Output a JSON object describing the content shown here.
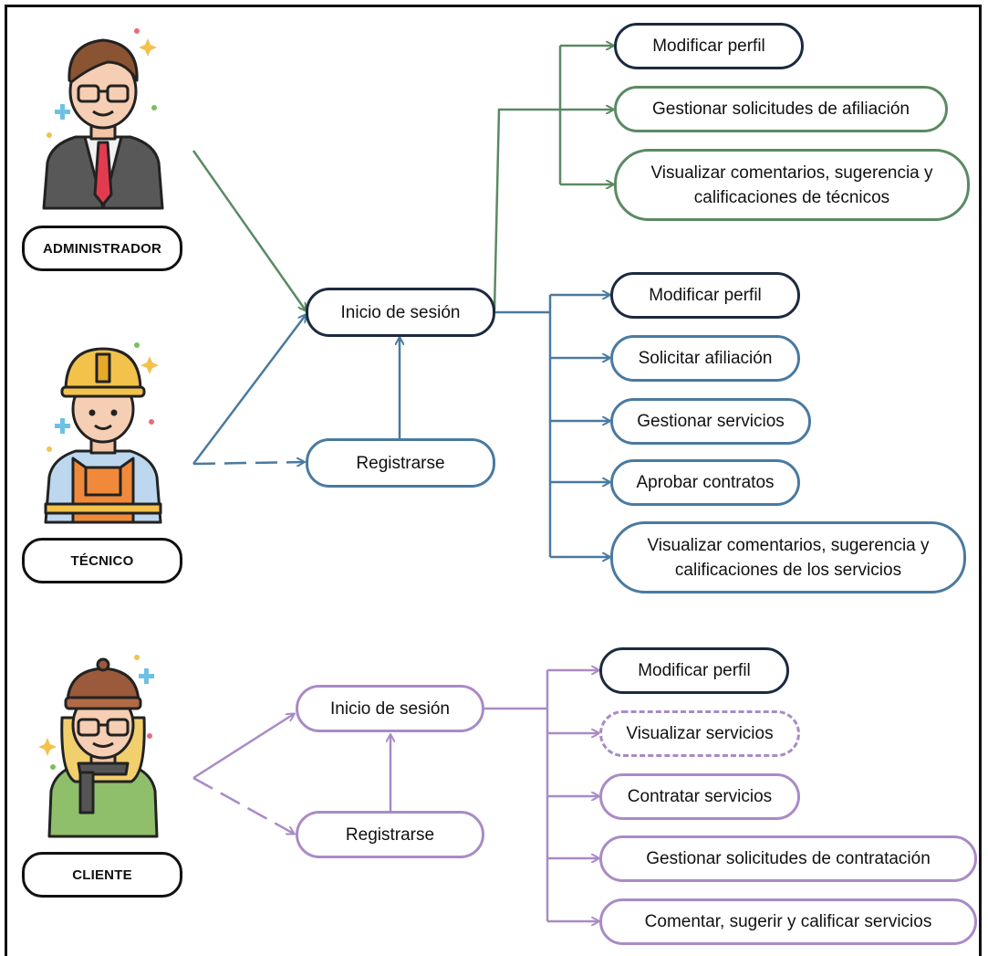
{
  "roles": {
    "admin": "ADMINISTRADOR",
    "tecnico": "TÉCNICO",
    "cliente": "CLIENTE"
  },
  "common": {
    "login": "Inicio de sesión",
    "register": "Registrarse"
  },
  "admin_actions": [
    "Modificar perfil",
    "Gestionar solicitudes de afiliación",
    "Visualizar comentarios, sugerencia y calificaciones de técnicos"
  ],
  "tecnico_actions": [
    "Modificar perfil",
    "Solicitar afiliación",
    "Gestionar servicios",
    "Aprobar contratos",
    "Visualizar comentarios, sugerencia y calificaciones de los servicios"
  ],
  "cliente_actions": [
    "Modificar perfil",
    "Visualizar servicios",
    "Contratar servicios",
    "Gestionar solicitudes de contratación",
    "Comentar, sugerir y calificar servicios"
  ],
  "colors": {
    "green": "#5b8a62",
    "blue": "#4a7aa0",
    "purple": "#a98bc6",
    "dark": "#1b2a3f"
  }
}
